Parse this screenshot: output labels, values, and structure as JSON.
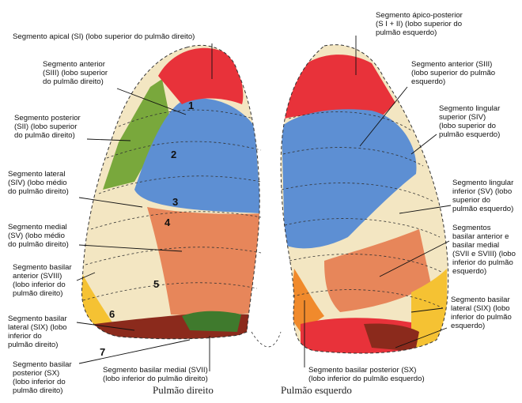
{
  "right_lung_labels": {
    "apical": "Segmento apical (SI) (lobo superior do pulmão direito)",
    "anterior": "Segmento anterior\n(SIII) (lobo superior\ndo pulmão direito)",
    "posterior": "Segmento posterior\n(SII) (lobo superior\ndo pulmão direito)",
    "lateral": "Segmento lateral\n(SIV) (lobo médio\ndo pulmão direito)",
    "medial": "Segmento medial\n(SV) (lobo médio\ndo pulmão direito)",
    "basal_anterior": "Segmento basilar\nanterior (SVIII)\n(lobo inferior do\npulmão direito)",
    "basal_lateral": "Segmento basilar\nlateral (SIX) (lobo\ninferior do\npulmão direito)",
    "basal_posterior": "Segmento basilar\nposterior (SX)\n(lobo inferior do\npulmão direito)",
    "basal_medial": "Segmento basilar medial (SVII)\n(lobo inferior do pulmão direito)"
  },
  "left_lung_labels": {
    "apicoposterior": "Segmento ápico-posterior\n(S I + II) (lobo superior do\npulmão esquerdo)",
    "anterior": "Segmento anterior (SIII)\n(lobo superior do pulmão\nesquerdo)",
    "lingular_superior": "Segmento lingular\nsuperior (SIV)\n(lobo superior do\npulmão esquerdo)",
    "lingular_inferior": "Segmento lingular\ninferior (SV) (lobo\nsuperior do\npulmão esquerdo)",
    "basal_anteromedial": "Segmentos\nbasilar anterior e\nbasilar medial\n(SVII e SVIII) (lobo\ninferior do pulmão\nesquerdo)",
    "basal_lateral": "Segmento basilar\nlateral (SIX) (lobo\ninferior do pulmão\nesquerdo)",
    "basal_posterior": "Segmento basilar posterior (SX)\n(lobo inferior do pulmão esquerdo)"
  },
  "numbers": [
    "1",
    "2",
    "3",
    "4",
    "5",
    "6",
    "7"
  ],
  "captions": {
    "right": "Pulmão direito",
    "left": "Pulmão esquerdo"
  },
  "colors": {
    "red": "#e8323a",
    "blue": "#5d8fd3",
    "green": "#79a83c",
    "cream": "#f3e6c2",
    "salmon": "#e7865a",
    "yellow": "#f5c233",
    "orange": "#f08a2c",
    "dark_red": "#8b2a1c"
  }
}
